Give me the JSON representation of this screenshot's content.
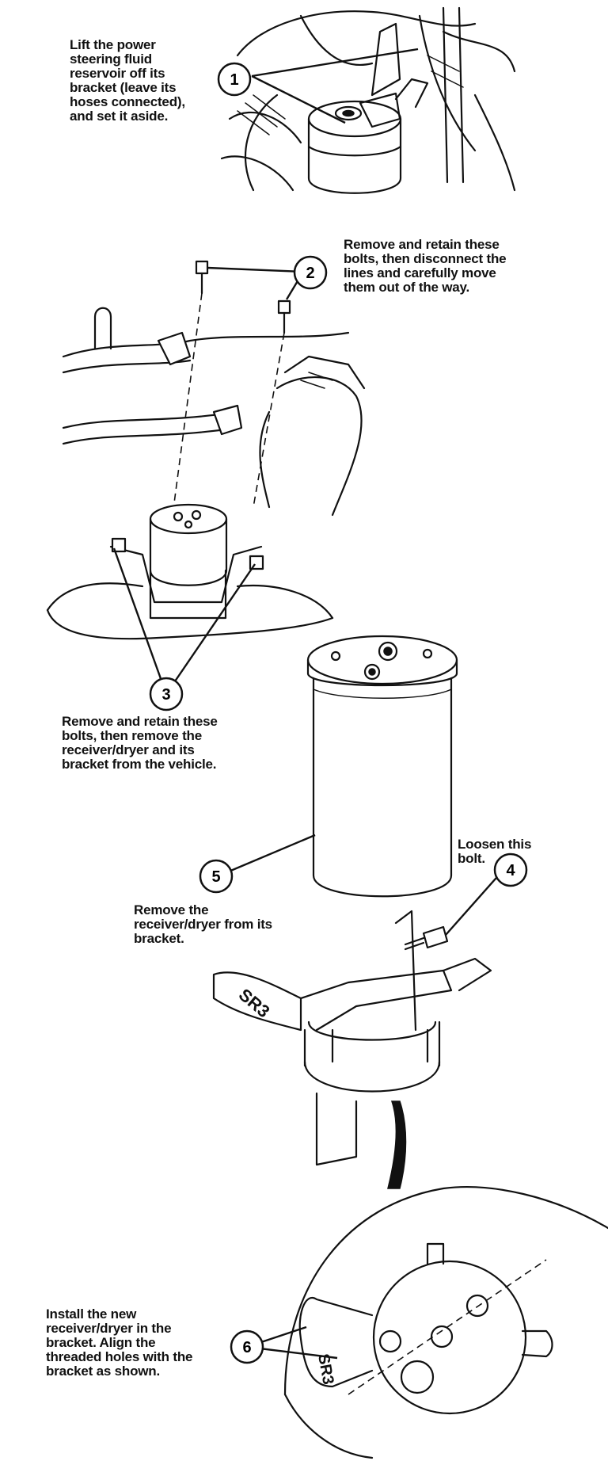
{
  "steps": [
    {
      "number": "1",
      "text": "Lift the power\nsteering fluid\nreservoir off its\nbracket (leave its\nhoses connected),\nand set it aside."
    },
    {
      "number": "2",
      "text": "Remove and retain these\nbolts, then disconnect the\nlines and carefully move\nthem out of the way."
    },
    {
      "number": "3",
      "text": "Remove and retain these\nbolts, then remove the\nreceiver/dryer and its\nbracket from the vehicle."
    },
    {
      "number": "4",
      "text": "Loosen this\nbolt."
    },
    {
      "number": "5",
      "text": "Remove the\nreceiver/dryer from its\nbracket."
    },
    {
      "number": "6",
      "text": "Install the new\nreceiver/dryer in the\nbracket. Align the\nthreaded holes with the\nbracket as shown."
    }
  ],
  "bracket_stamp": "SR3"
}
